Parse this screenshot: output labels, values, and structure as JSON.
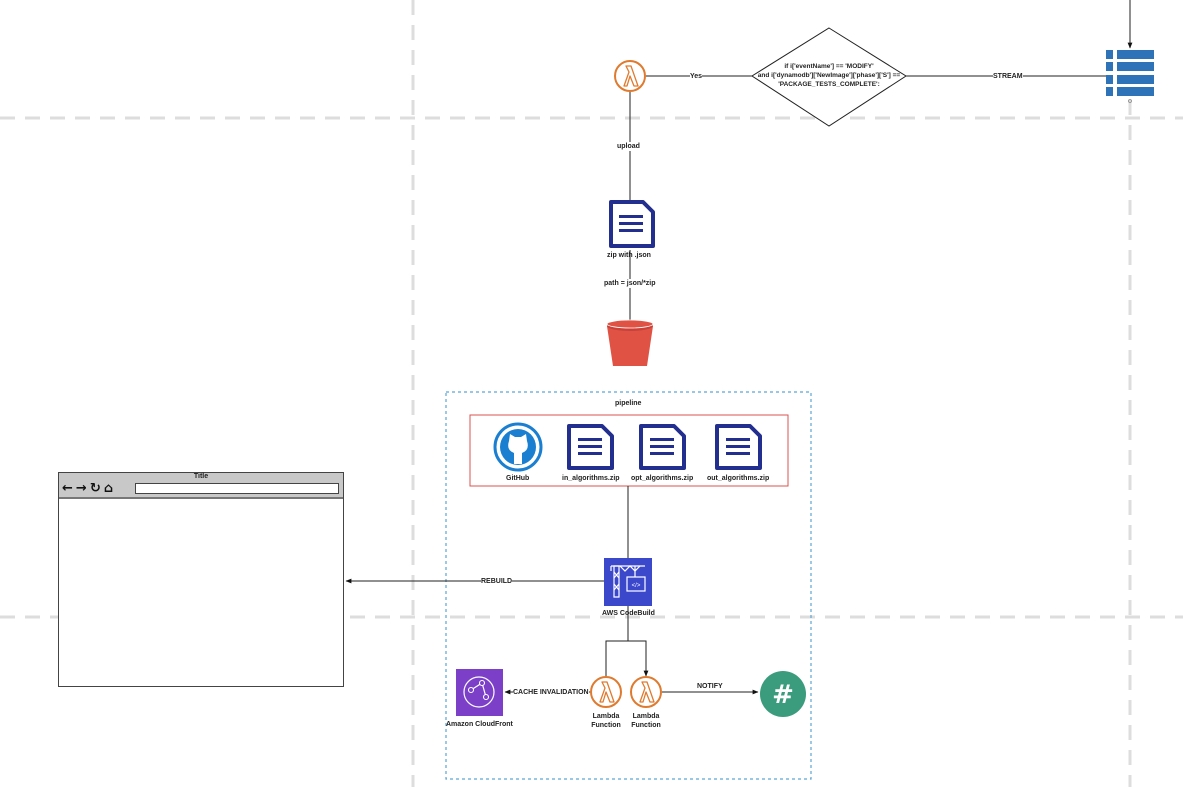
{
  "diagram": {
    "condition": {
      "line1": "if i['eventName'] == 'MODIFY'",
      "line2": "and i['dynamodb']['NewImage']['phase']['S'] ==",
      "line3": "'PACKAGE_TESTS_COMPLETE':"
    },
    "edges": {
      "yes": "Yes",
      "stream": "STREAM",
      "upload": "upload",
      "path": "path = json/*zip",
      "rebuild": "REBUILD",
      "cache_invalidation": "CACHE INVALIDATION",
      "notify": "NOTIFY"
    },
    "nodes": {
      "zip_json": "zip with .json",
      "pipeline": "pipeline",
      "github": "GitHub",
      "in_zip": "in_algorithms.zip",
      "opt_zip": "opt_algorithms.zip",
      "out_zip": "out_algorithms.zip",
      "codebuild": "AWS CodeBuild",
      "cloudfront": "Amazon CloudFront",
      "lambda1": "Lambda Function",
      "lambda2": "Lambda Function"
    },
    "browser": {
      "title": "Title"
    },
    "colors": {
      "lambda": "#e07a2e",
      "doc": "#232f8e",
      "s3": "#e05243",
      "github": "#1a7fd1",
      "codebuild": "#3b48cc",
      "cloudfront": "#7b3fc8",
      "slack": "#3a9c7c",
      "dynamo": "#2e73b8",
      "pipeline_border": "#5aa7d6",
      "source_border": "#d9534f"
    }
  }
}
